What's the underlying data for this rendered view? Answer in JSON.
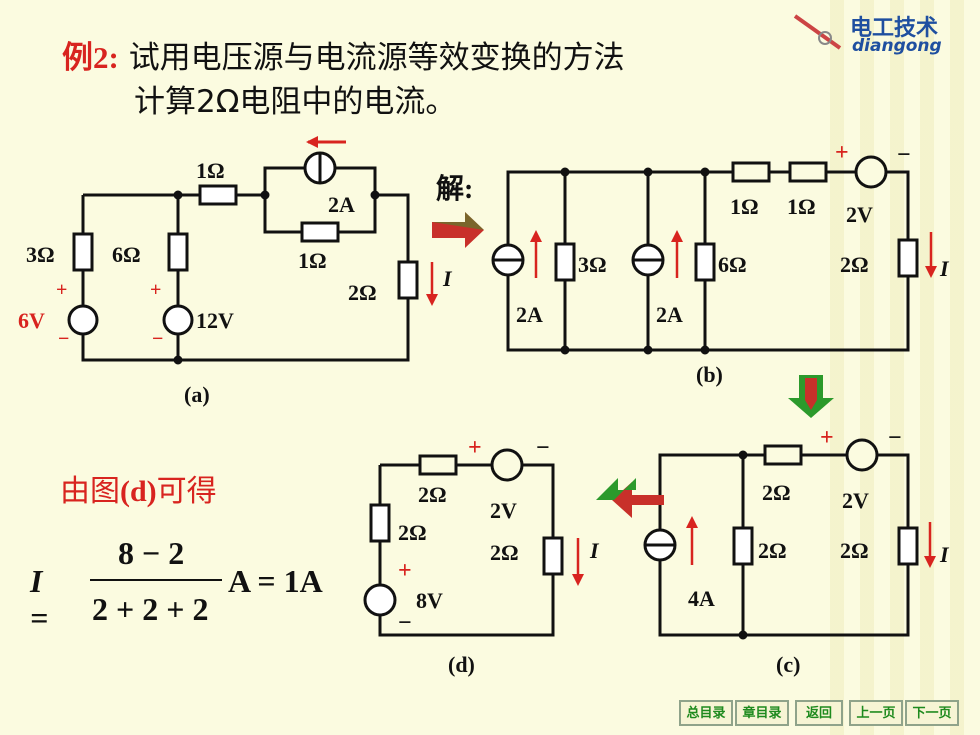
{
  "header": {
    "example_label": "例2:",
    "title_line1": "试用电压源与电流源等效变换的方法",
    "title_line2": "计算2Ω电阻中的电流。"
  },
  "logo": {
    "cn": "电工技术",
    "en": "diangong"
  },
  "solution_label": "解:",
  "derivation": {
    "prefix": "由图",
    "ref": "(d)",
    "suffix": "可得"
  },
  "formula": {
    "lhs": "I =",
    "numerator": "8 − 2",
    "denominator": "2 + 2 + 2",
    "rhs": "A = 1A"
  },
  "circuit_a": {
    "caption": "(a)",
    "r1": "1Ω",
    "r_par": "1Ω",
    "r3": "3Ω",
    "r6": "6Ω",
    "r2": "2Ω",
    "src_i": "2A",
    "v1": "6V",
    "v2": "12V",
    "i": "I"
  },
  "circuit_b": {
    "caption": "(b)",
    "r1a": "1Ω",
    "r1b": "1Ω",
    "v": "2V",
    "r3": "3Ω",
    "r6": "6Ω",
    "r2": "2Ω",
    "i1": "2A",
    "i2": "2A",
    "i": "I"
  },
  "circuit_c": {
    "caption": "(c)",
    "r_top": "2Ω",
    "v": "2V",
    "r_mid": "2Ω",
    "r2": "2Ω",
    "i_src": "4A",
    "i": "I"
  },
  "circuit_d": {
    "caption": "(d)",
    "r_top": "2Ω",
    "v": "2V",
    "r_left": "2Ω",
    "r2": "2Ω",
    "v_src": "8V",
    "i": "I"
  },
  "nav": {
    "contents": "总目录",
    "chapter": "章目录",
    "back": "返回",
    "prev": "上一页",
    "next": "下一页"
  },
  "colors": {
    "accent": "#d8241f",
    "nav_text": "#1e8a1e",
    "wire": "#111111"
  }
}
